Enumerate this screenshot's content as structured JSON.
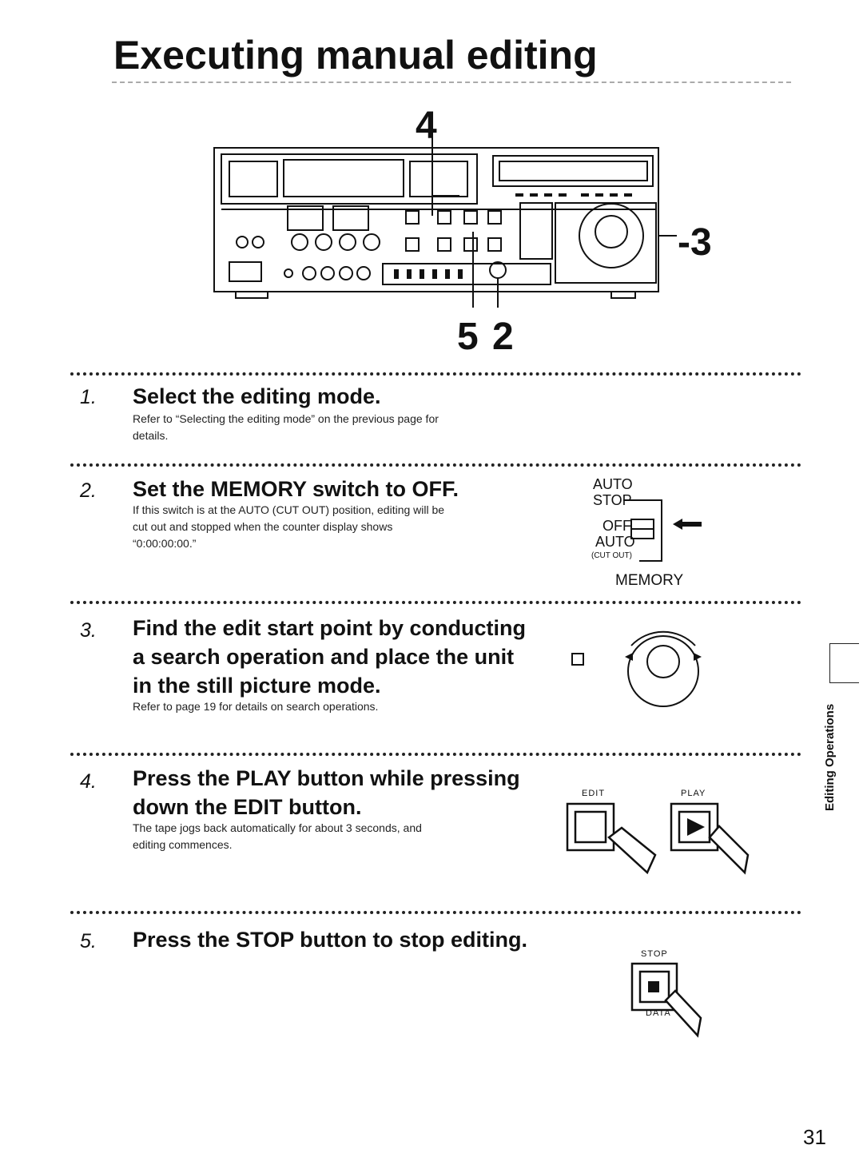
{
  "page": {
    "title": "Executing manual editing",
    "page_number": "31",
    "side_tab": "Editing Operations"
  },
  "diagram": {
    "callout_4": "4",
    "callout_3": "-3",
    "callout_52": "5 2"
  },
  "steps": [
    {
      "num": "1.",
      "heading": "Select the editing mode.",
      "body": [
        "Refer to “Selecting the editing mode” on the previous page for",
        "details."
      ]
    },
    {
      "num": "2.",
      "heading": "Set the MEMORY switch to OFF.",
      "body": [
        "If this switch is at the AUTO (CUT OUT) position, editing will be",
        "cut out and stopped when the counter display shows",
        "“0:00:00:00.”"
      ]
    },
    {
      "num": "3.",
      "heading": [
        "Find the edit start point by conducting",
        "a search operation and place the unit",
        "in the still picture mode."
      ],
      "body": [
        "Refer to page 19 for details on search operations."
      ]
    },
    {
      "num": "4.",
      "heading": [
        "Press the PLAY button while pressing",
        "down the EDIT button."
      ],
      "body": [
        "The tape jogs back automatically for about 3 seconds, and",
        "editing commences."
      ]
    },
    {
      "num": "5.",
      "heading": "Press the STOP button to stop editing.",
      "body": []
    }
  ],
  "memory_switch": {
    "auto_stop": [
      "AUTO",
      "STOP"
    ],
    "off": "OFF",
    "auto": "AUTO",
    "cut_out": "(CUT OUT)",
    "label": "MEMORY"
  },
  "buttons": {
    "edit": "EDIT",
    "play": "PLAY",
    "stop": "STOP",
    "data": "DATA"
  }
}
